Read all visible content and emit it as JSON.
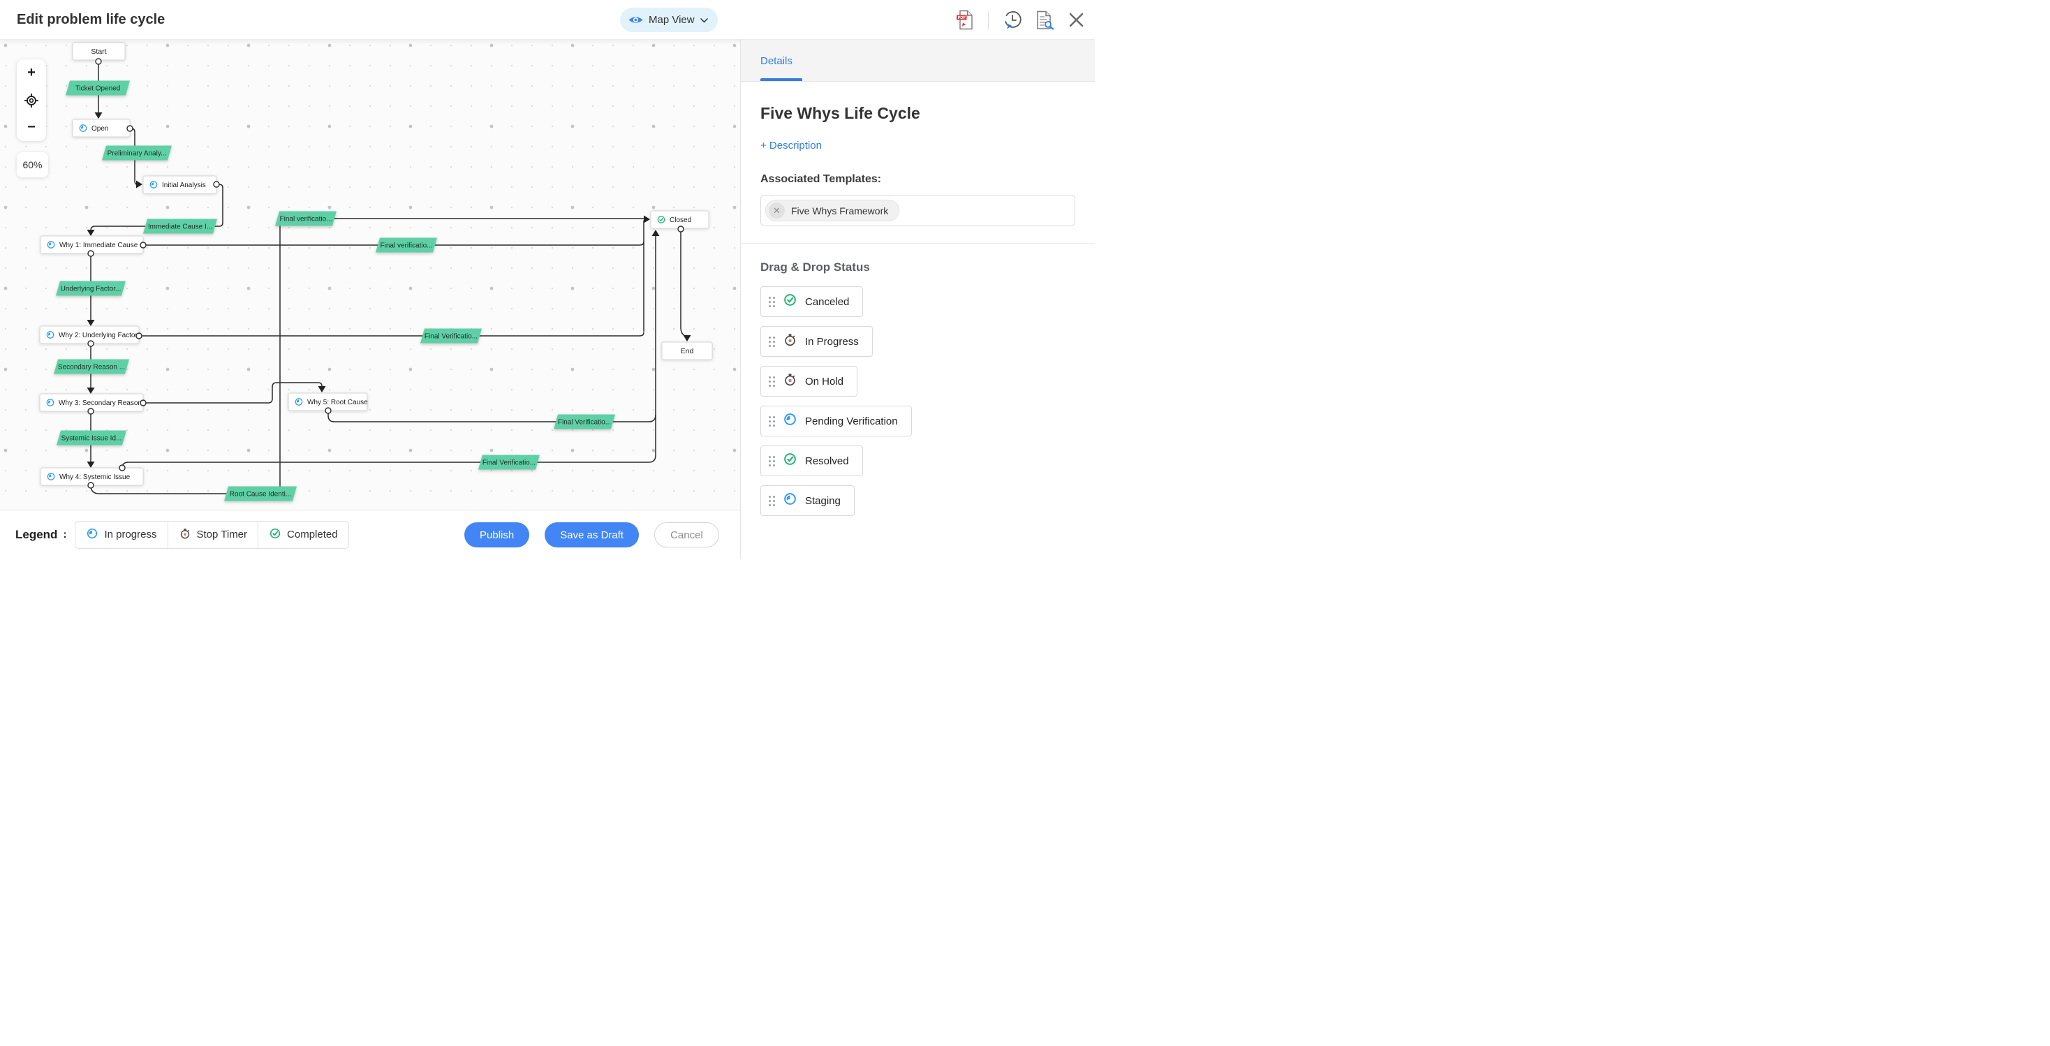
{
  "header": {
    "title": "Edit problem life cycle",
    "view_label": "Map View",
    "actions": [
      {
        "name": "export-pdf"
      },
      {
        "name": "history"
      },
      {
        "name": "audit-log"
      },
      {
        "name": "close"
      }
    ]
  },
  "canvas": {
    "zoom_level": "60%",
    "zoom_in": "+",
    "zoom_out": "−",
    "legend": {
      "title": "Legend",
      "colon": ":",
      "items": [
        {
          "icon": "in-progress",
          "label": "In progress"
        },
        {
          "icon": "stop-timer",
          "label": "Stop Timer"
        },
        {
          "icon": "completed",
          "label": "Completed"
        }
      ]
    },
    "buttons": {
      "publish": "Publish",
      "save_draft": "Save as Draft",
      "cancel": "Cancel"
    }
  },
  "flow": {
    "nodes": [
      {
        "id": "start",
        "label": "Start",
        "icon": "none"
      },
      {
        "id": "open",
        "label": "Open",
        "icon": "in-progress"
      },
      {
        "id": "initial",
        "label": "Initial Analysis",
        "icon": "in-progress"
      },
      {
        "id": "why1",
        "label": "Why 1: Immediate Cause",
        "icon": "in-progress"
      },
      {
        "id": "why2",
        "label": "Why 2: Underlying Factor",
        "icon": "in-progress"
      },
      {
        "id": "why3",
        "label": "Why 3: Secondary Reason",
        "icon": "in-progress"
      },
      {
        "id": "why5",
        "label": "Why 5: Root Cause",
        "icon": "in-progress"
      },
      {
        "id": "why4",
        "label": "Why 4: Systemic Issue",
        "icon": "in-progress"
      },
      {
        "id": "closed",
        "label": "Closed",
        "icon": "completed"
      },
      {
        "id": "end",
        "label": "End",
        "icon": "none"
      }
    ],
    "edge_labels": [
      {
        "id": "ticket",
        "text": "Ticket Opened"
      },
      {
        "id": "preliminary",
        "text": "Preliminary Analy..."
      },
      {
        "id": "immediate",
        "text": "Immediate Cause I..."
      },
      {
        "id": "fv1",
        "text": "Final verificatio..."
      },
      {
        "id": "fv2",
        "text": "Final verificatio..."
      },
      {
        "id": "underlying",
        "text": "Underlying Factor..."
      },
      {
        "id": "fv3",
        "text": "Final Verificatio..."
      },
      {
        "id": "secondary",
        "text": "Secondary Reason ..."
      },
      {
        "id": "systemic",
        "text": "Systemic Issue Id..."
      },
      {
        "id": "fv4",
        "text": "Final Verificatio..."
      },
      {
        "id": "fv5",
        "text": "Final Verificatio..."
      },
      {
        "id": "root",
        "text": "Root Cause Identi..."
      }
    ]
  },
  "panel": {
    "tab": "Details",
    "title": "Five Whys Life Cycle",
    "description_link": "+ Description",
    "associated_templates_label": "Associated Templates:",
    "template_chip": "Five Whys Framework",
    "chip_remove": "✕",
    "drag_drop_title": "Drag & Drop Status",
    "statuses": [
      {
        "label": "Canceled",
        "icon": "completed"
      },
      {
        "label": "In Progress",
        "icon": "stop-timer"
      },
      {
        "label": "On Hold",
        "icon": "stop-timer"
      },
      {
        "label": "Pending Verification",
        "icon": "in-progress"
      },
      {
        "label": "Resolved",
        "icon": "completed"
      },
      {
        "label": "Staging",
        "icon": "in-progress"
      }
    ]
  },
  "colors": {
    "accent_blue": "#4285f4",
    "tab_blue": "#2f7de1",
    "label_green": "#5fd0a6",
    "icon_blue": "#2e9df2",
    "icon_green": "#23b573",
    "stopwatch_red": "#ee6e6c",
    "pill_bg": "#e1f2fb",
    "edge_dark": "#2b2b2b"
  }
}
